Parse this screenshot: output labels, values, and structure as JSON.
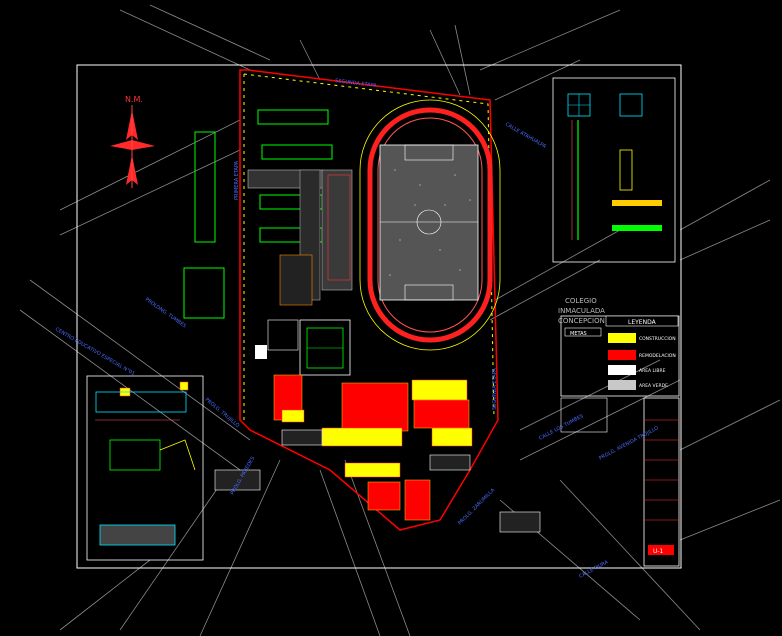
{
  "drawing": {
    "north_label": "N.M.",
    "streets": {
      "top": "SEGUNDA ETAPA",
      "right_upper": "CALLE ATAHUALPA",
      "left": "PROLONG. TUMBES",
      "left_center": "CENTRO EDUCATIVO ESPECIAL N°01",
      "bottom_left": "PROLG. PAREDES",
      "bottom_center": "PROLG. TRUJILLO",
      "bottom_right_a": "CALLE LOS TUMBES",
      "bottom_right_b": "PROLG. AVENIDA TRUJILLO",
      "bottom_right_c": "CALLE PIURA",
      "inner_left": "PRIMERA ETAPA",
      "inner_right": "SEGUNDA ETAPA",
      "lower_street": "PROLG. ZARUMILLA"
    },
    "title_block": {
      "line1": "COLEGIO",
      "line2": "INMACULADA",
      "line3": "CONCEPCION"
    },
    "legend": {
      "header": "LEYENDA",
      "subheader": "METAS",
      "items": [
        {
          "text": "CONSTRUCCION",
          "color": "#ffff00"
        },
        {
          "text": "REMODELACION",
          "color": "#ff0000"
        },
        {
          "text": "AREA LIBRE",
          "color": "#ffffff"
        },
        {
          "text": "AREA VERDE",
          "color": "#c8c8c8"
        }
      ]
    },
    "sheet_code": "U-1",
    "colors": {
      "background": "#000000",
      "frame": "#ffffff",
      "boundary": "#ff0000",
      "construction": "#ffff00",
      "remodel": "#ff0000",
      "greenery": "#00ff00",
      "street_lines": "#9a9a9a",
      "text_blue": "#4a6cff",
      "text_cyan": "#00e5ff",
      "track": "#ff2020"
    }
  }
}
